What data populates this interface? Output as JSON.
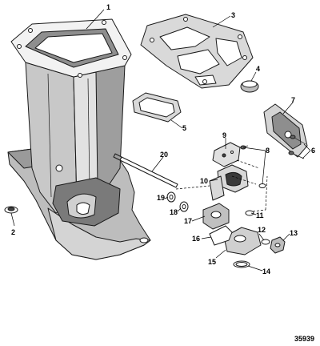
{
  "diagram": {
    "id_label": "35939",
    "callouts": [
      {
        "number": "1"
      },
      {
        "number": "2"
      },
      {
        "number": "3"
      },
      {
        "number": "4"
      },
      {
        "number": "5"
      },
      {
        "number": "6"
      },
      {
        "number": "7"
      },
      {
        "number": "8"
      },
      {
        "number": "9"
      },
      {
        "number": "10"
      },
      {
        "number": "11"
      },
      {
        "number": "12"
      },
      {
        "number": "13"
      },
      {
        "number": "14"
      },
      {
        "number": "15"
      },
      {
        "number": "16"
      },
      {
        "number": "17"
      },
      {
        "number": "18"
      },
      {
        "number": "19"
      },
      {
        "number": "20"
      }
    ]
  }
}
